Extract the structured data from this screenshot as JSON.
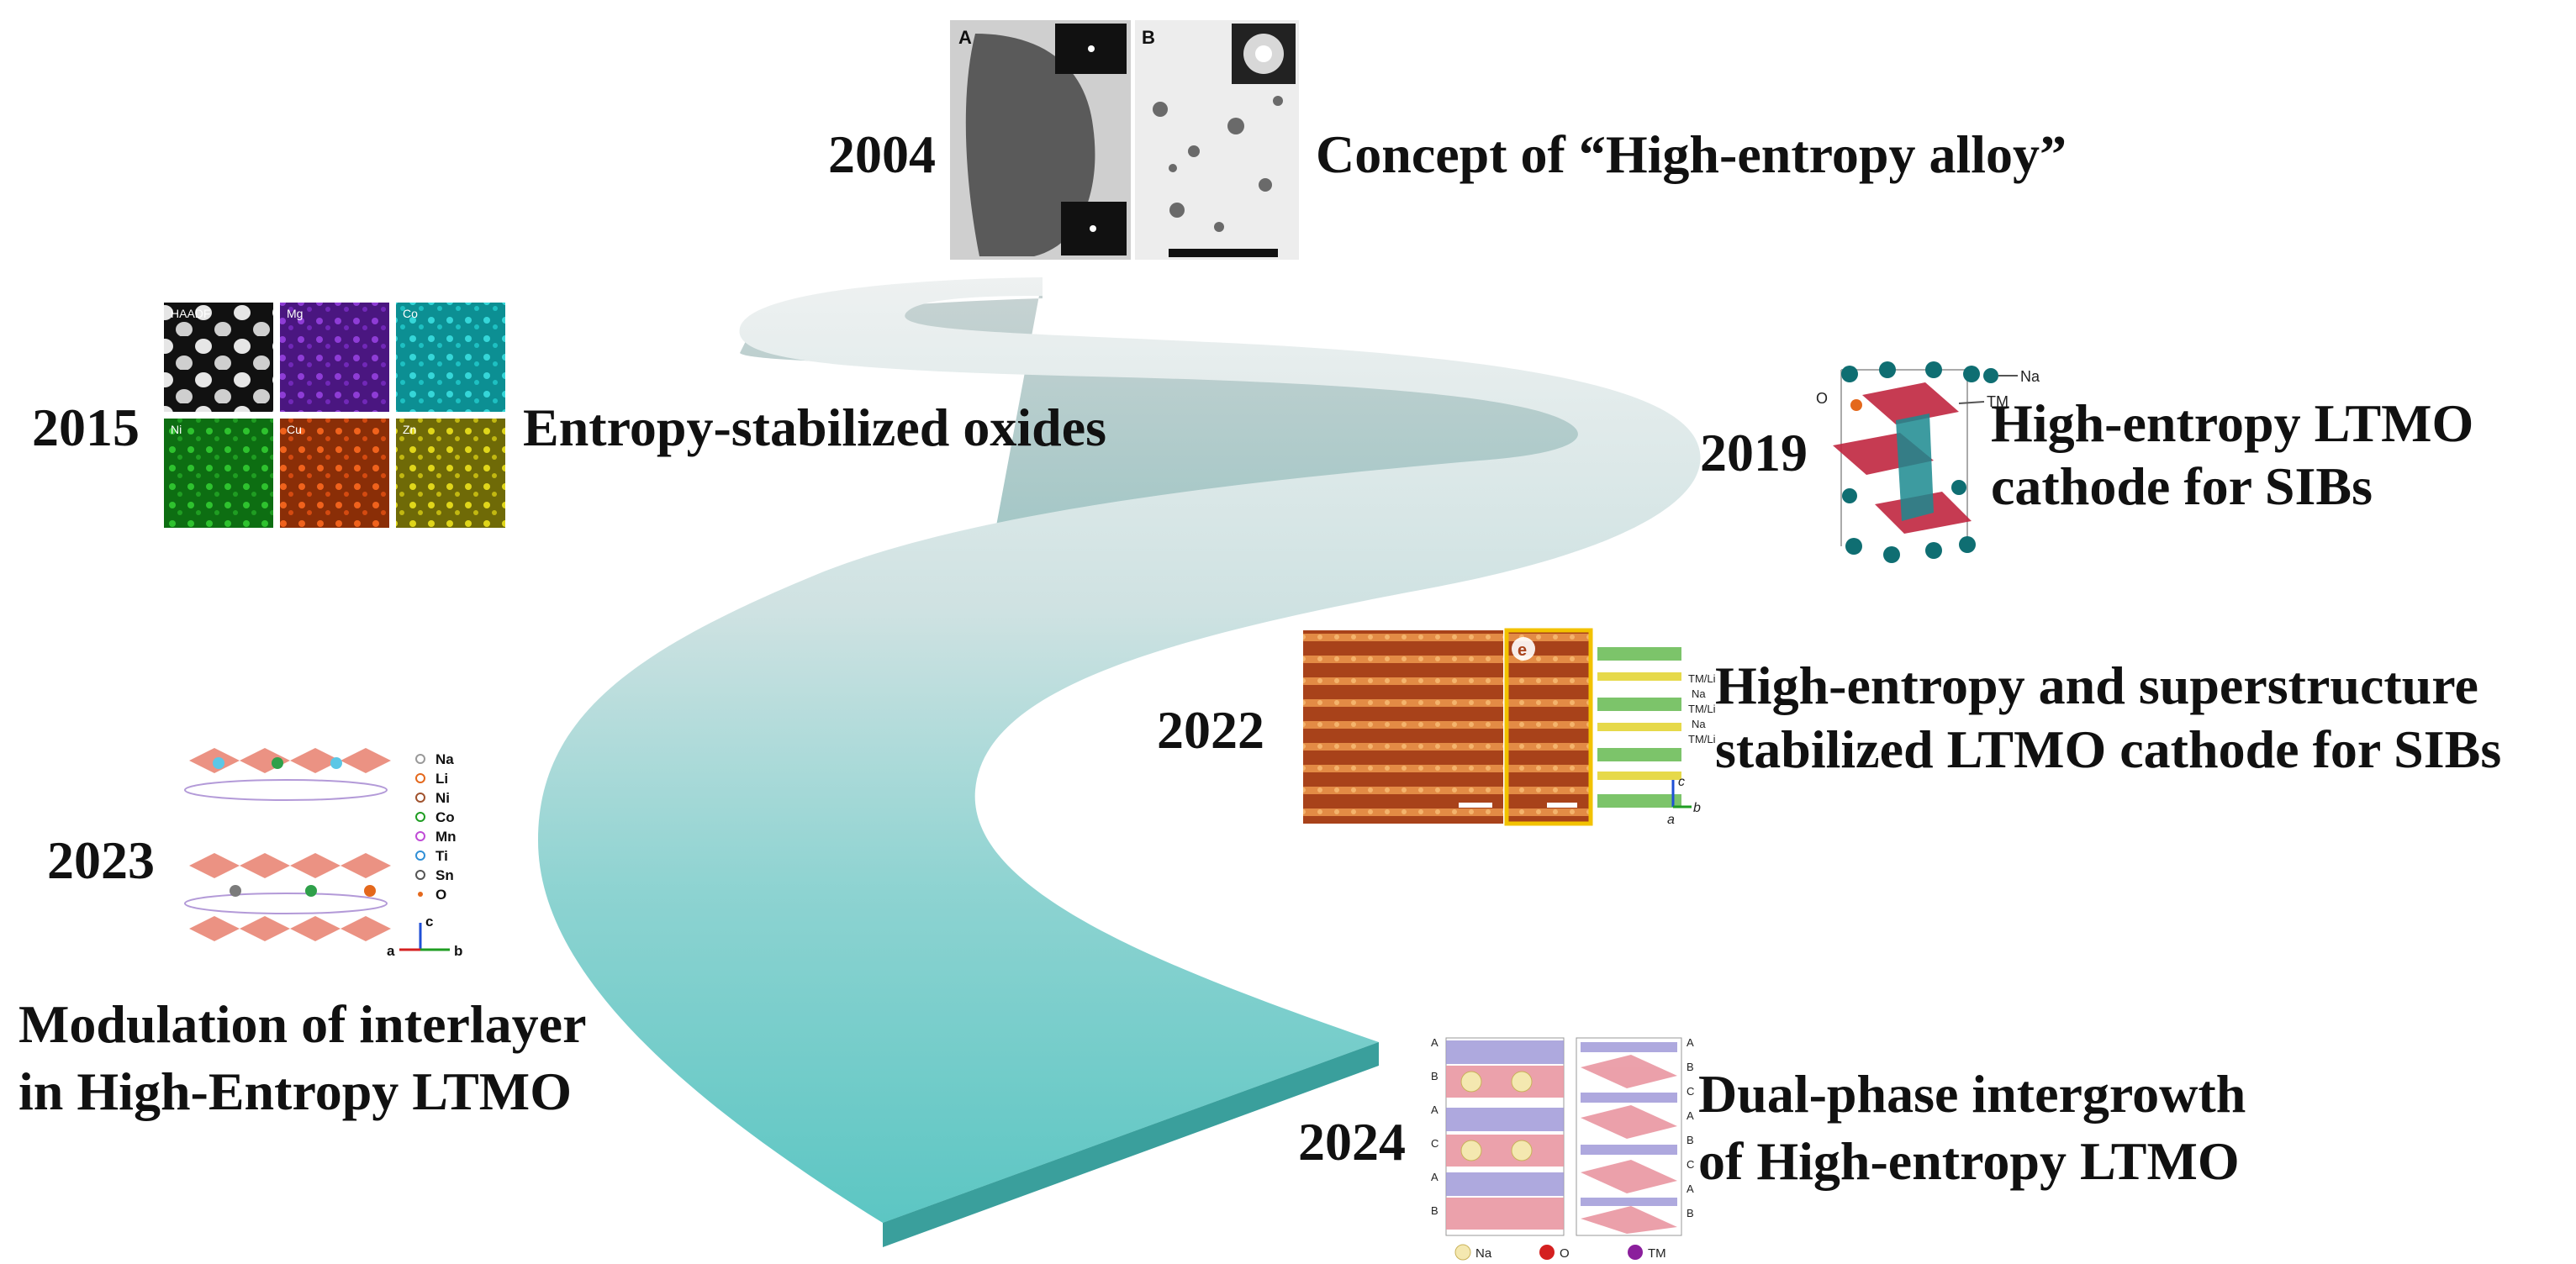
{
  "milestones": [
    {
      "year": "2004",
      "description": "Concept of “High-entropy alloy”"
    },
    {
      "year": "2015",
      "description": "Entropy-stabilized oxides"
    },
    {
      "year": "2019",
      "description_line1": "High-entropy LTMO",
      "description_line2": "cathode for SIBs"
    },
    {
      "year": "2022",
      "description_line1": "High-entropy and superstructure",
      "description_line2": "stabilized LTMO cathode for SIBs"
    },
    {
      "year": "2023",
      "description_line1": "Modulation of interlayer",
      "description_line2": "in High-Entropy LTMO"
    },
    {
      "year": "2024",
      "description_line1": "Dual-phase intergrowth",
      "description_line2": "of High-entropy LTMO"
    }
  ],
  "tem_panels": {
    "label_a": "A",
    "label_b": "B"
  },
  "eds_tiles": [
    "HAADF",
    "Mg",
    "Co",
    "Ni",
    "Cu",
    "Zn"
  ],
  "structure_2019_labels": {
    "na": "Na",
    "tm": "TM",
    "o": "O"
  },
  "hrtem_2022_labels": {
    "panel": "e",
    "tm_li_1": "TM/Li",
    "na_1": "Na",
    "tm_li_2": "TM/Li",
    "na_2": "Na",
    "tm_li_3": "TM/Li",
    "axis_c": "c",
    "axis_b": "b",
    "axis_a": "a"
  },
  "legend_2023": [
    "Na",
    "Li",
    "Ni",
    "Co",
    "Mn",
    "Ti",
    "Sn",
    "O"
  ],
  "axes_2023": {
    "c": "c",
    "a": "a",
    "b": "b"
  },
  "stacking_2024": {
    "left": [
      "A",
      "B",
      "A",
      "C",
      "A",
      "B"
    ],
    "right": [
      "A",
      "B",
      "C",
      "A",
      "B",
      "C",
      "A",
      "B"
    ]
  },
  "legend_2024": [
    "Na",
    "O",
    "TM"
  ],
  "colors": {
    "ribbon_top_start": "#e9eeee",
    "ribbon_top_end": "#57c2c0",
    "ribbon_side": "#3fa9a6",
    "text": "#111111"
  }
}
